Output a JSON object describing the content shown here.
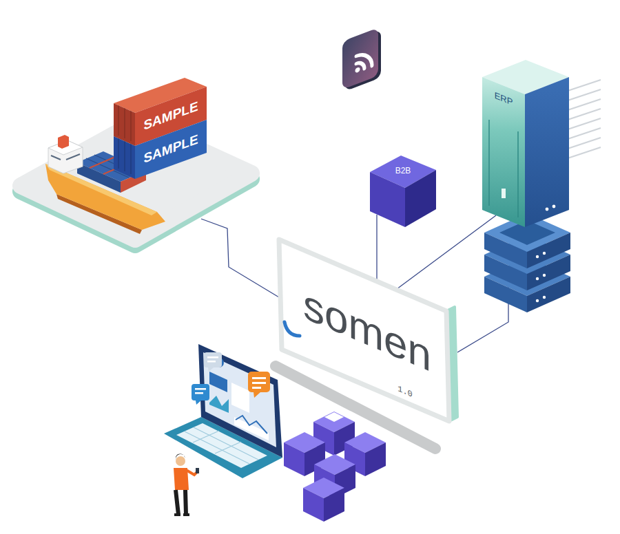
{
  "diagram": {
    "nodes": [
      {
        "text": [
          "SAMPLE"
        ]
      },
      {
        "text": [
          "SAMPLE"
        ]
      },
      {
        "text": [
          "ERP"
        ]
      },
      {
        "text": [
          "B2B"
        ]
      },
      {
        "text": [
          "somen",
          "1.0"
        ]
      }
    ],
    "edges": [
      {
        "from": 2,
        "to": 4,
        "arrow": "none"
      },
      {
        "from": 3,
        "to": 4,
        "arrow": "none"
      }
    ]
  }
}
